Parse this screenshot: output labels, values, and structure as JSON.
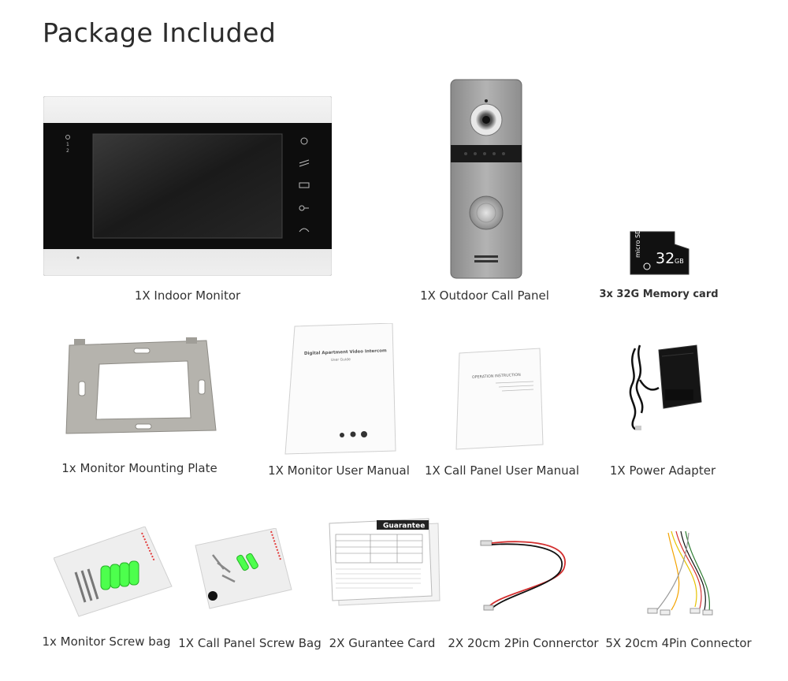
{
  "page": {
    "title": "Package Included"
  },
  "items": [
    {
      "id": "indoor-monitor",
      "label": "1X Indoor Monitor",
      "screen_buttons": [
        "1",
        "2"
      ]
    },
    {
      "id": "outdoor-call-panel",
      "label": "1X Outdoor Call Panel"
    },
    {
      "id": "memory-card",
      "label": "3x 32G Memory card",
      "card_text": {
        "brand": "micro SD",
        "capacity": "32",
        "unit": "GB"
      }
    },
    {
      "id": "mounting-plate",
      "label": "1x Monitor Mounting Plate"
    },
    {
      "id": "monitor-manual",
      "label": "1X Monitor User Manual",
      "cover_title": "Digital Apartment Video Intercom",
      "cover_subtitle": "User Guide"
    },
    {
      "id": "call-panel-manual",
      "label": "1X Call Panel User Manual",
      "cover_title": "OPERATION INSTRUCTION"
    },
    {
      "id": "power-adapter",
      "label": "1X Power Adapter"
    },
    {
      "id": "monitor-screw-bag",
      "label": "1x Monitor Screw bag"
    },
    {
      "id": "call-panel-screw-bag",
      "label": "1X Call Panel Screw Bag"
    },
    {
      "id": "guarantee-card",
      "label": "2X Gurantee Card",
      "card_title": "Guarantee"
    },
    {
      "id": "2pin-connector",
      "label": "2X 20cm 2Pin Connerctor"
    },
    {
      "id": "4pin-connector",
      "label": "5X 20cm 4Pin Connector"
    }
  ]
}
